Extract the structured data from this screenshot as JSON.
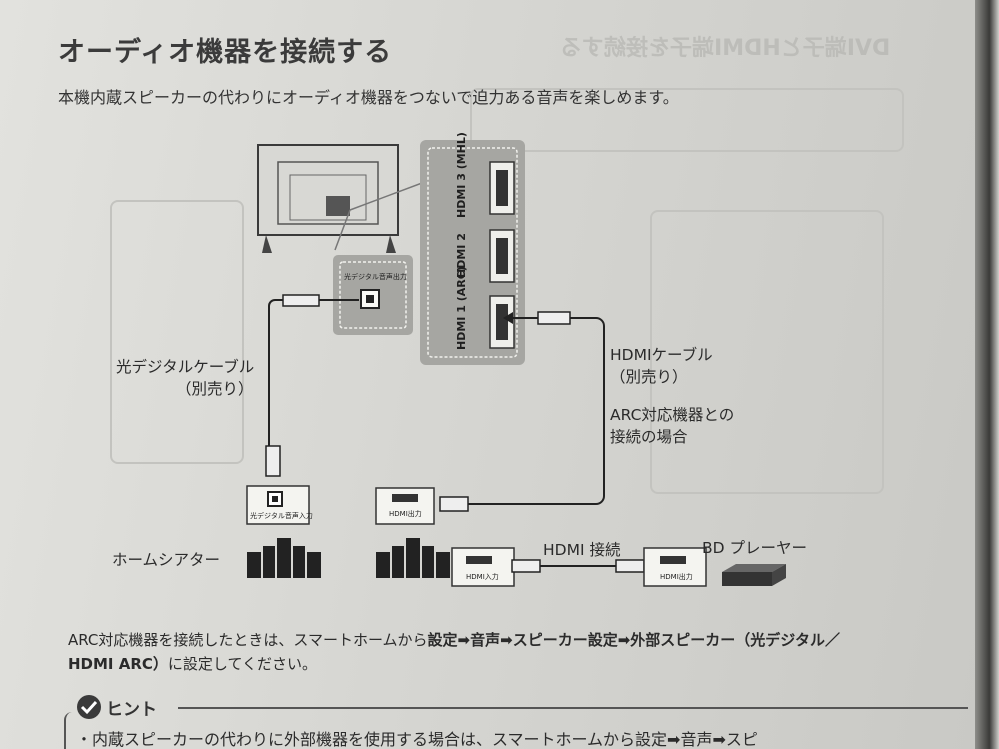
{
  "title": "オーディオ機器を接続する",
  "intro": "本機内蔵スピーカーの代わりにオーディオ機器をつないで迫力ある音声を楽しめます。",
  "diagram": {
    "optical_out_panel_label": "光デジタル音声出力",
    "hdmi_ports": [
      "HDMI 1 (ARC)",
      "HDMI 2",
      "HDMI 3 (MHL)"
    ],
    "optical_cable_label": [
      "光デジタルケーブル",
      "（別売り）"
    ],
    "hdmi_cable_label": [
      "HDMIケーブル",
      "（別売り）"
    ],
    "arc_note": [
      "ARC対応機器との",
      "接続の場合"
    ],
    "home_theater_label": "ホームシアター",
    "home_theater_input_label": "光デジタル音声入力",
    "arc_device_output_label": "HDMI出力",
    "receiver_input_label": "HDMI入力",
    "bd_output_label": "HDMI出力",
    "hdmi_connection_label": "HDMI 接続",
    "bd_player_label": "BD プレーヤー"
  },
  "note": {
    "prefix": "ARC対応機器を接続したときは、スマートホームから",
    "path": [
      "設定",
      "音声",
      "スピーカー設定",
      "外部スピーカー（光デジタル／ HDMI ARC）"
    ],
    "arrow": "➡",
    "suffix": "に設定してください。"
  },
  "hint": {
    "title": "ヒント",
    "text": "・内蔵スピーカーの代わりに外部機器を使用する場合は、スマートホームから設定➡音声➡スピ"
  },
  "background_page": {
    "title": "DVI端子とHDMI端子を接続する"
  }
}
